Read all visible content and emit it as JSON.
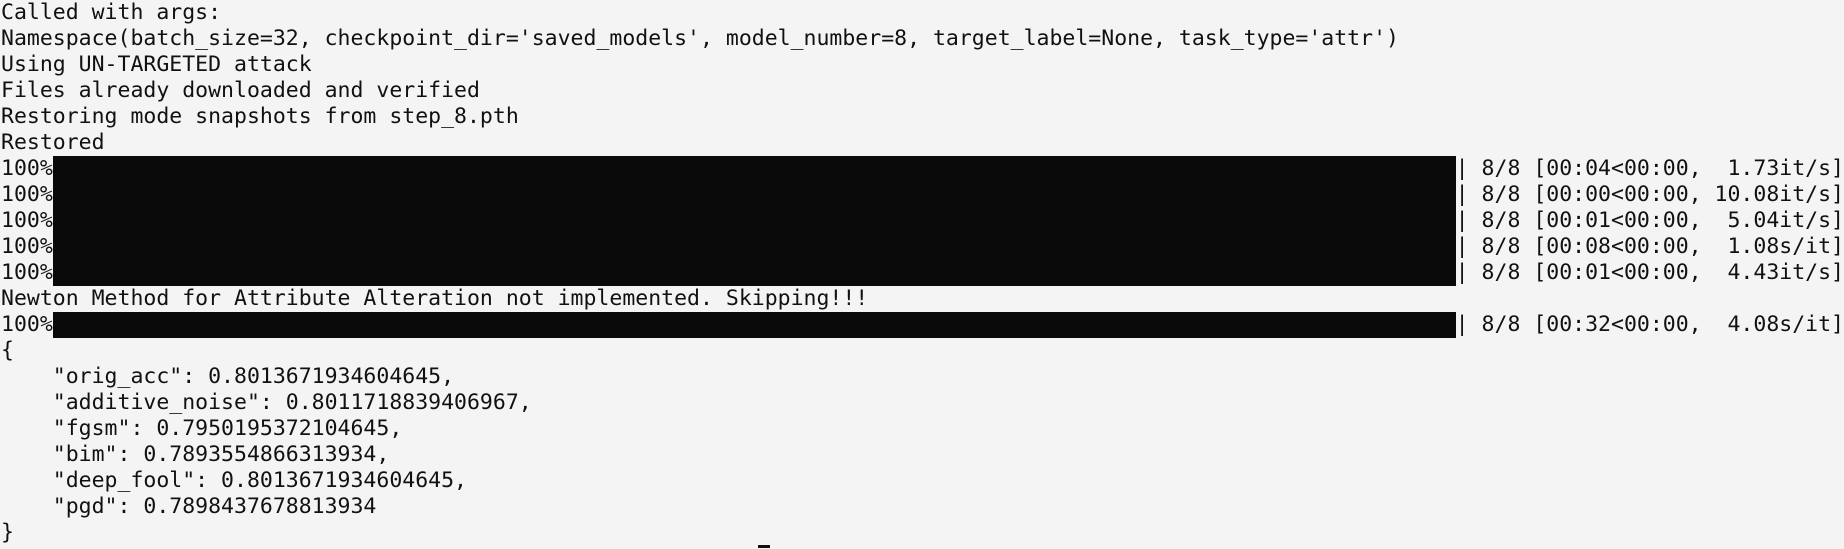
{
  "terminal": {
    "header_lines": [
      "Called with args:",
      "Namespace(batch_size=32, checkpoint_dir='saved_models', model_number=8, target_label=None, task_type='attr')",
      "Using UN-TARGETED attack",
      "Files already downloaded and verified",
      "Restoring mode snapshots from step_8.pth",
      "Restored"
    ],
    "progress_bars": [
      {
        "percent": "100%|",
        "fraction": 1.0,
        "end": "|",
        "stats": " 8/8 [00:04<00:00,  1.73it/s]"
      },
      {
        "percent": "100%|",
        "fraction": 1.0,
        "end": "|",
        "stats": " 8/8 [00:00<00:00, 10.08it/s]"
      },
      {
        "percent": "100%|",
        "fraction": 1.0,
        "end": "|",
        "stats": " 8/8 [00:01<00:00,  5.04it/s]"
      },
      {
        "percent": "100%|",
        "fraction": 1.0,
        "end": "|",
        "stats": " 8/8 [00:08<00:00,  1.08s/it]"
      },
      {
        "percent": "100%|",
        "fraction": 1.0,
        "end": "|",
        "stats": " 8/8 [00:01<00:00,  4.43it/s]"
      }
    ],
    "notice_line": "Newton Method for Attribute Alteration not implemented. Skipping!!!",
    "final_progress": {
      "percent": "100%|",
      "fraction": 1.0,
      "end": "|",
      "stats": " 8/8 [00:32<00:00,  4.08s/it]"
    },
    "json_open": "{",
    "json_lines": [
      "    \"orig_acc\": 0.8013671934604645,",
      "    \"additive_noise\": 0.8011718839406967,",
      "    \"fgsm\": 0.7950195372104645,",
      "    \"bim\": 0.7893554866313934,",
      "    \"deep_fool\": 0.8013671934604645,",
      "    \"pgd\": 0.7898437678813934"
    ],
    "json_close": "}"
  }
}
